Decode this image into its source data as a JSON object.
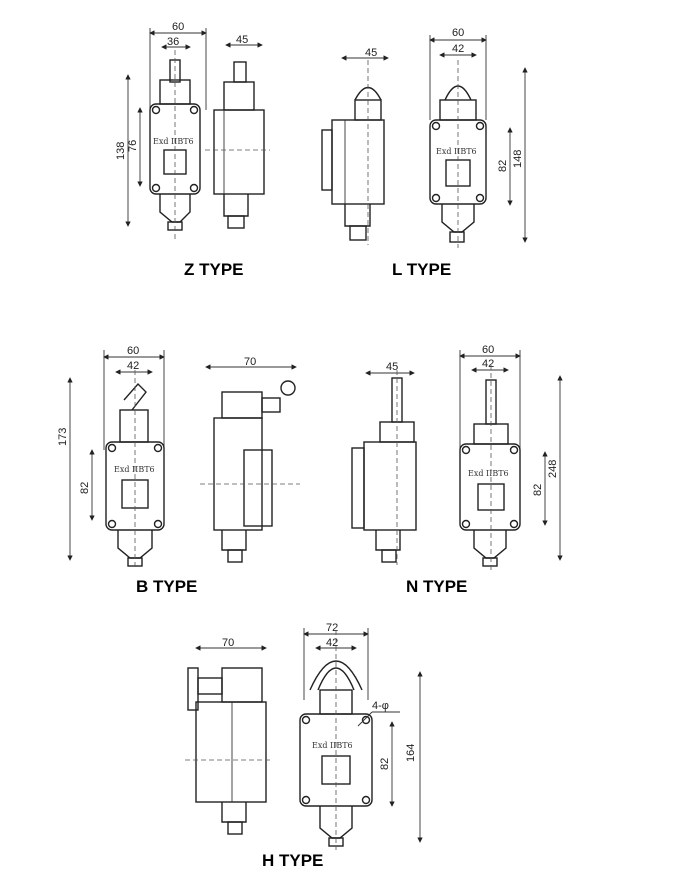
{
  "marking_text": "Exd IIBT6",
  "z_type": {
    "label": "Z TYPE",
    "dims": {
      "width_outer": "60",
      "width_inner": "36",
      "height_total": "138",
      "height_mount": "76",
      "side_width": "45"
    }
  },
  "l_type": {
    "label": "L TYPE",
    "dims": {
      "side_width": "45",
      "width_outer": "60",
      "width_inner": "42",
      "height_total": "148",
      "height_mount": "82"
    }
  },
  "b_type": {
    "label": "B TYPE",
    "dims": {
      "width_outer": "60",
      "width_inner": "42",
      "height_total": "173",
      "height_mount": "82",
      "side_width": "70"
    }
  },
  "n_type": {
    "label": "N TYPE",
    "dims": {
      "side_width": "45",
      "width_outer": "60",
      "width_inner": "42",
      "height_total": "248",
      "height_mount": "82"
    }
  },
  "h_type": {
    "label": "H TYPE",
    "dims": {
      "side_width": "70",
      "width_outer": "72",
      "width_inner": "42",
      "holes": "4-φ",
      "height_total": "164",
      "height_mount": "82"
    }
  }
}
